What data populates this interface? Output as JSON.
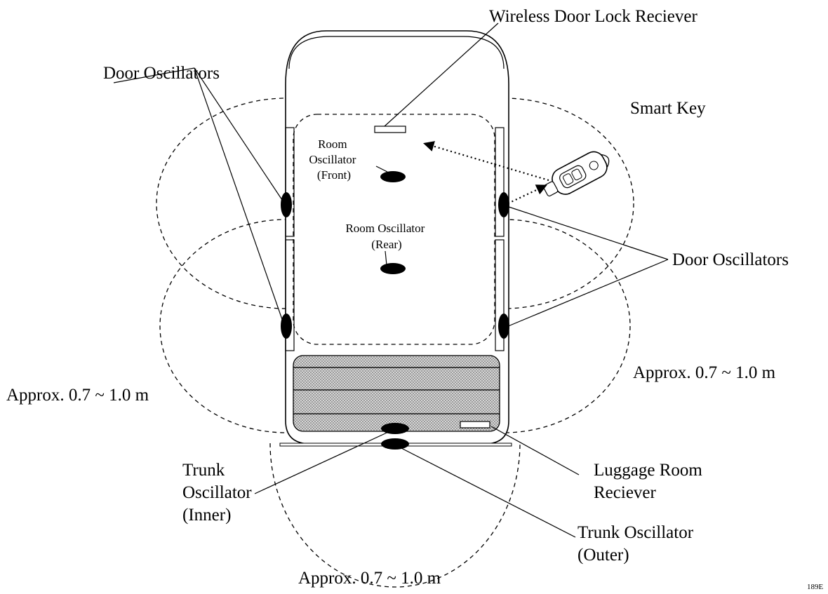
{
  "labels": {
    "wireless_receiver": "Wireless Door Lock Reciever",
    "door_osc_left": "Door Oscillators",
    "door_osc_right": "Door Oscillators",
    "smart_key": "Smart Key",
    "room_front": [
      "Room",
      "Oscillator",
      "(Front)"
    ],
    "room_rear": [
      "Room Oscillator",
      "(Rear)"
    ],
    "approx_left": "Approx. 0.7 ~ 1.0 m",
    "approx_right": "Approx. 0.7 ~ 1.0 m",
    "approx_bottom": "Approx. 0.7 ~ 1.0 m",
    "luggage": [
      "Luggage Room",
      "Reciever"
    ],
    "trunk_inner": [
      "Trunk",
      "Oscillator",
      "(Inner)"
    ],
    "trunk_outer": [
      "Trunk Oscillator",
      "(Outer)"
    ],
    "figure_code": "189E"
  },
  "colors": {
    "ink": "#000000",
    "paper": "#ffffff",
    "trunk_stipple": "#c8c8c8"
  }
}
